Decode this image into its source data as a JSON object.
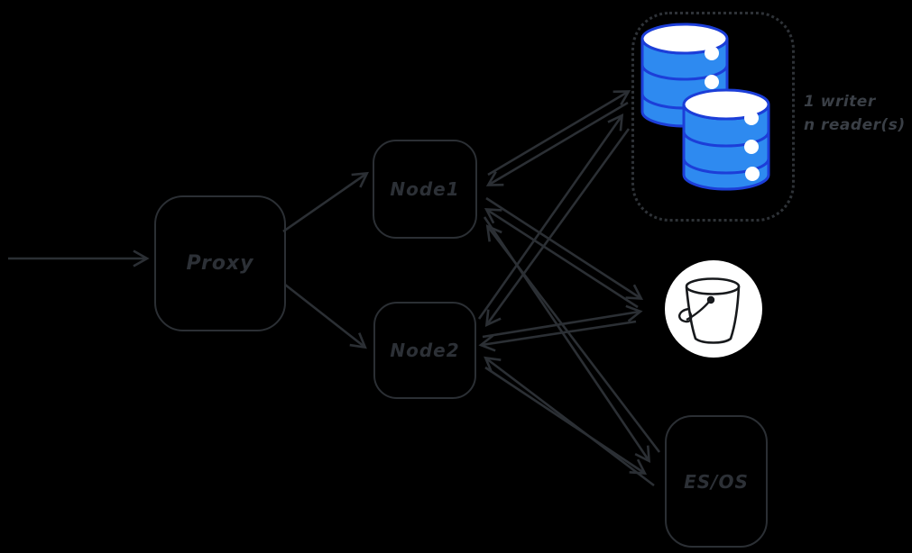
{
  "canvas": {
    "background": "#000000",
    "stroke_color": "#2b2f34"
  },
  "nodes": {
    "proxy": {
      "label": "Proxy"
    },
    "node1": {
      "label": "Node1"
    },
    "node2": {
      "label": "Node2"
    },
    "esos": {
      "label": "ES/OS"
    }
  },
  "db_cluster": {
    "caption_line1": "1 writer",
    "caption_line2": "n reader(s)",
    "cylinder_fill": "#2e8af0",
    "cylinder_stroke": "#1c3ed8",
    "cylinder_count": 2
  },
  "icons": {
    "bucket": "bucket-icon",
    "database": "database-cylinders-icon"
  },
  "edges": [
    {
      "from": "client",
      "to": "proxy",
      "bidirectional": false
    },
    {
      "from": "proxy",
      "to": "node1",
      "bidirectional": false
    },
    {
      "from": "proxy",
      "to": "node2",
      "bidirectional": false
    },
    {
      "from": "node1",
      "to": "database",
      "bidirectional": true
    },
    {
      "from": "node2",
      "to": "database",
      "bidirectional": true
    },
    {
      "from": "node1",
      "to": "bucket",
      "bidirectional": true
    },
    {
      "from": "node2",
      "to": "bucket",
      "bidirectional": true
    },
    {
      "from": "node1",
      "to": "es/os",
      "bidirectional": true
    },
    {
      "from": "node2",
      "to": "es/os",
      "bidirectional": true
    }
  ]
}
